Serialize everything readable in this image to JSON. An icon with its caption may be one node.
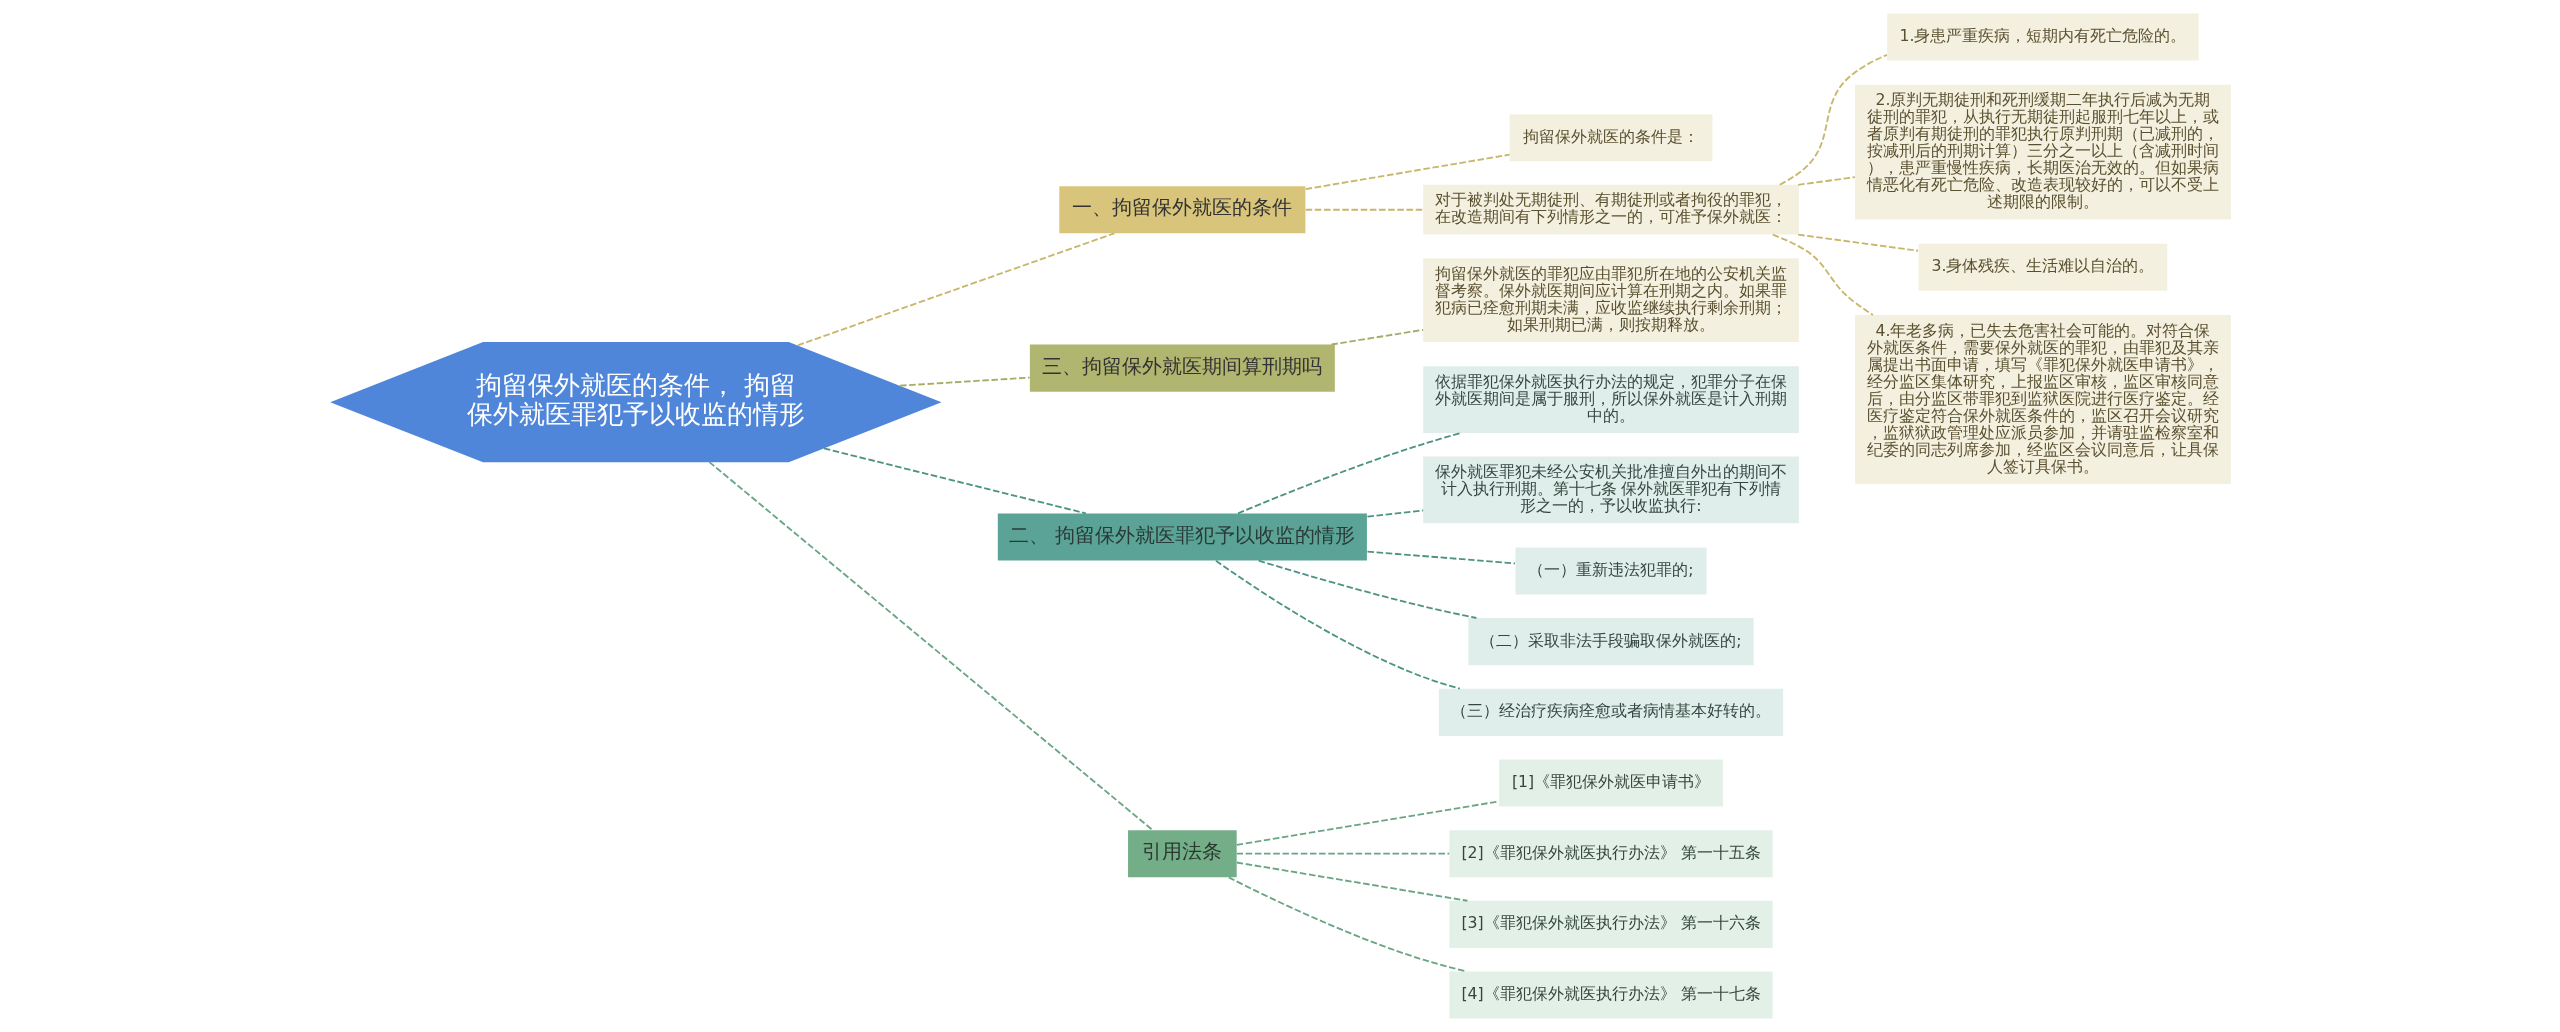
{
  "diagram": {
    "nodes": [
      {
        "text": [
          "拘留保外就医的条件， 拘留保外就医罪犯予以收监的情形"
        ]
      },
      {
        "text": [
          "一、拘留保外就医的条件"
        ]
      },
      {
        "text": [
          "拘留保外就医的条件是："
        ]
      },
      {
        "text": [
          "对于被判处无期徒刑、有期徒刑或者拘役的罪犯，在改造期间有下列情形之一的，可准予保外就医："
        ]
      },
      {
        "text": [
          "1.身患严重疾病，短期内有死亡危险的。"
        ]
      },
      {
        "text": [
          "2.原判无期徒刑和死刑缓期二年执行后减为无期徒刑的罪犯，从执行无期徒刑起服刑七年以上，或者原判有期徒刑的罪犯执行原判刑期（已减刑的，按减刑后的刑期计算）三分之一以上（含减刑时间），患严重慢性疾病，长期医治无效的。但如果病情恶化有死亡危险、改造表现较好的，可以不受上述期限的限制。"
        ]
      },
      {
        "text": [
          "3.身体残疾、生活难以自治的。"
        ]
      },
      {
        "text": [
          "4.年老多病，已失去危害社会可能的。对符合保外就医条件，需要保外就医的罪犯，由罪犯及其亲属提出书面申请，填写《罪犯保外就医申请书》，经分监区集体研究，上报监区审核，监区审核同意后，由分监区带罪犯到监狱医院进行医疗鉴定。经医疗鉴定符合保外就医条件的，监区召开会议研究，监狱狱政管理处应派员参加，并请驻监检察室和纪委的同志列席参加，经监区会议同意后，让具保人签订具保书。"
        ]
      },
      {
        "text": [
          "三、拘留保外就医期间算刑期吗"
        ]
      },
      {
        "text": [
          "拘留保外就医的罪犯应由罪犯所在地的公安机关监督考察。保外就医期间应计算在刑期之内。如果罪犯病已痊愈刑期未满，应收监继续执行剩余刑期；如果刑期已满，则按期释放。"
        ]
      },
      {
        "text": [
          "二、 拘留保外就医罪犯予以收监的情形"
        ]
      },
      {
        "text": [
          "依据罪犯保外就医执行办法的规定，犯罪分子在保外就医期间是属于服刑，所以保外就医是计入刑期中的。"
        ]
      },
      {
        "text": [
          "保外就医罪犯未经公安机关批准擅自外出的期间不计入执行刑期。第十七条 保外就医罪犯有下列情形之一的，予以收监执行:"
        ]
      },
      {
        "text": [
          "（一）重新违法犯罪的;"
        ]
      },
      {
        "text": [
          "（二）采取非法手段骗取保外就医的;"
        ]
      },
      {
        "text": [
          "（三）经治疗疾病痊愈或者病情基本好转的。"
        ]
      },
      {
        "text": [
          "引用法条"
        ]
      },
      {
        "text": [
          "[1]《罪犯保外就医申请书》"
        ]
      },
      {
        "text": [
          "[2]《罪犯保外就医执行办法》 第一十五条"
        ]
      },
      {
        "text": [
          "[3]《罪犯保外就医执行办法》 第一十六条"
        ]
      },
      {
        "text": [
          "[4]《罪犯保外就医执行办法》 第一十七条"
        ]
      }
    ],
    "edges": [
      {
        "from": 0,
        "to": 1,
        "arrow": "none",
        "style": "dashed",
        "color": "#c8b66a"
      },
      {
        "from": 1,
        "to": 2,
        "arrow": "none",
        "style": "dashed",
        "color": "#c8b66a"
      },
      {
        "from": 1,
        "to": 3,
        "arrow": "none",
        "style": "dashed",
        "color": "#c8b66a"
      },
      {
        "from": 3,
        "to": 4,
        "arrow": "none",
        "style": "dashed",
        "color": "#c8b66a"
      },
      {
        "from": 3,
        "to": 5,
        "arrow": "none",
        "style": "dashed",
        "color": "#c8b66a"
      },
      {
        "from": 3,
        "to": 6,
        "arrow": "none",
        "style": "dashed",
        "color": "#c8b66a"
      },
      {
        "from": 3,
        "to": 7,
        "arrow": "none",
        "style": "dashed",
        "color": "#c8b66a"
      },
      {
        "from": 0,
        "to": 8,
        "arrow": "none",
        "style": "dashed",
        "color": "#a4ad68"
      },
      {
        "from": 8,
        "to": 9,
        "arrow": "none",
        "style": "dashed",
        "color": "#a4ad68"
      },
      {
        "from": 0,
        "to": 10,
        "arrow": "none",
        "style": "dashed",
        "color": "#4d9384"
      },
      {
        "from": 10,
        "to": 11,
        "arrow": "none",
        "style": "dashed",
        "color": "#4d9384"
      },
      {
        "from": 10,
        "to": 12,
        "arrow": "none",
        "style": "dashed",
        "color": "#4d9384"
      },
      {
        "from": 10,
        "to": 13,
        "arrow": "none",
        "style": "dashed",
        "color": "#4d9384"
      },
      {
        "from": 10,
        "to": 14,
        "arrow": "none",
        "style": "dashed",
        "color": "#4d9384"
      },
      {
        "from": 10,
        "to": 15,
        "arrow": "none",
        "style": "dashed",
        "color": "#4d9384"
      },
      {
        "from": 0,
        "to": 16,
        "arrow": "none",
        "style": "dashed",
        "color": "#6aa583"
      },
      {
        "from": 16,
        "to": 17,
        "arrow": "none",
        "style": "dashed",
        "color": "#6aa583"
      },
      {
        "from": 16,
        "to": 18,
        "arrow": "none",
        "style": "dashed",
        "color": "#6aa583"
      },
      {
        "from": 16,
        "to": 19,
        "arrow": "none",
        "style": "dashed",
        "color": "#6aa583"
      },
      {
        "from": 16,
        "to": 20,
        "arrow": "none",
        "style": "dashed",
        "color": "#6aa583"
      }
    ]
  }
}
